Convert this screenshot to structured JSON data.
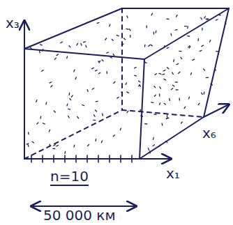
{
  "diagram": {
    "labels": [
      "x₃",
      "x₁",
      "x₆",
      "n=10",
      "50 000 км"
    ]
  }
}
